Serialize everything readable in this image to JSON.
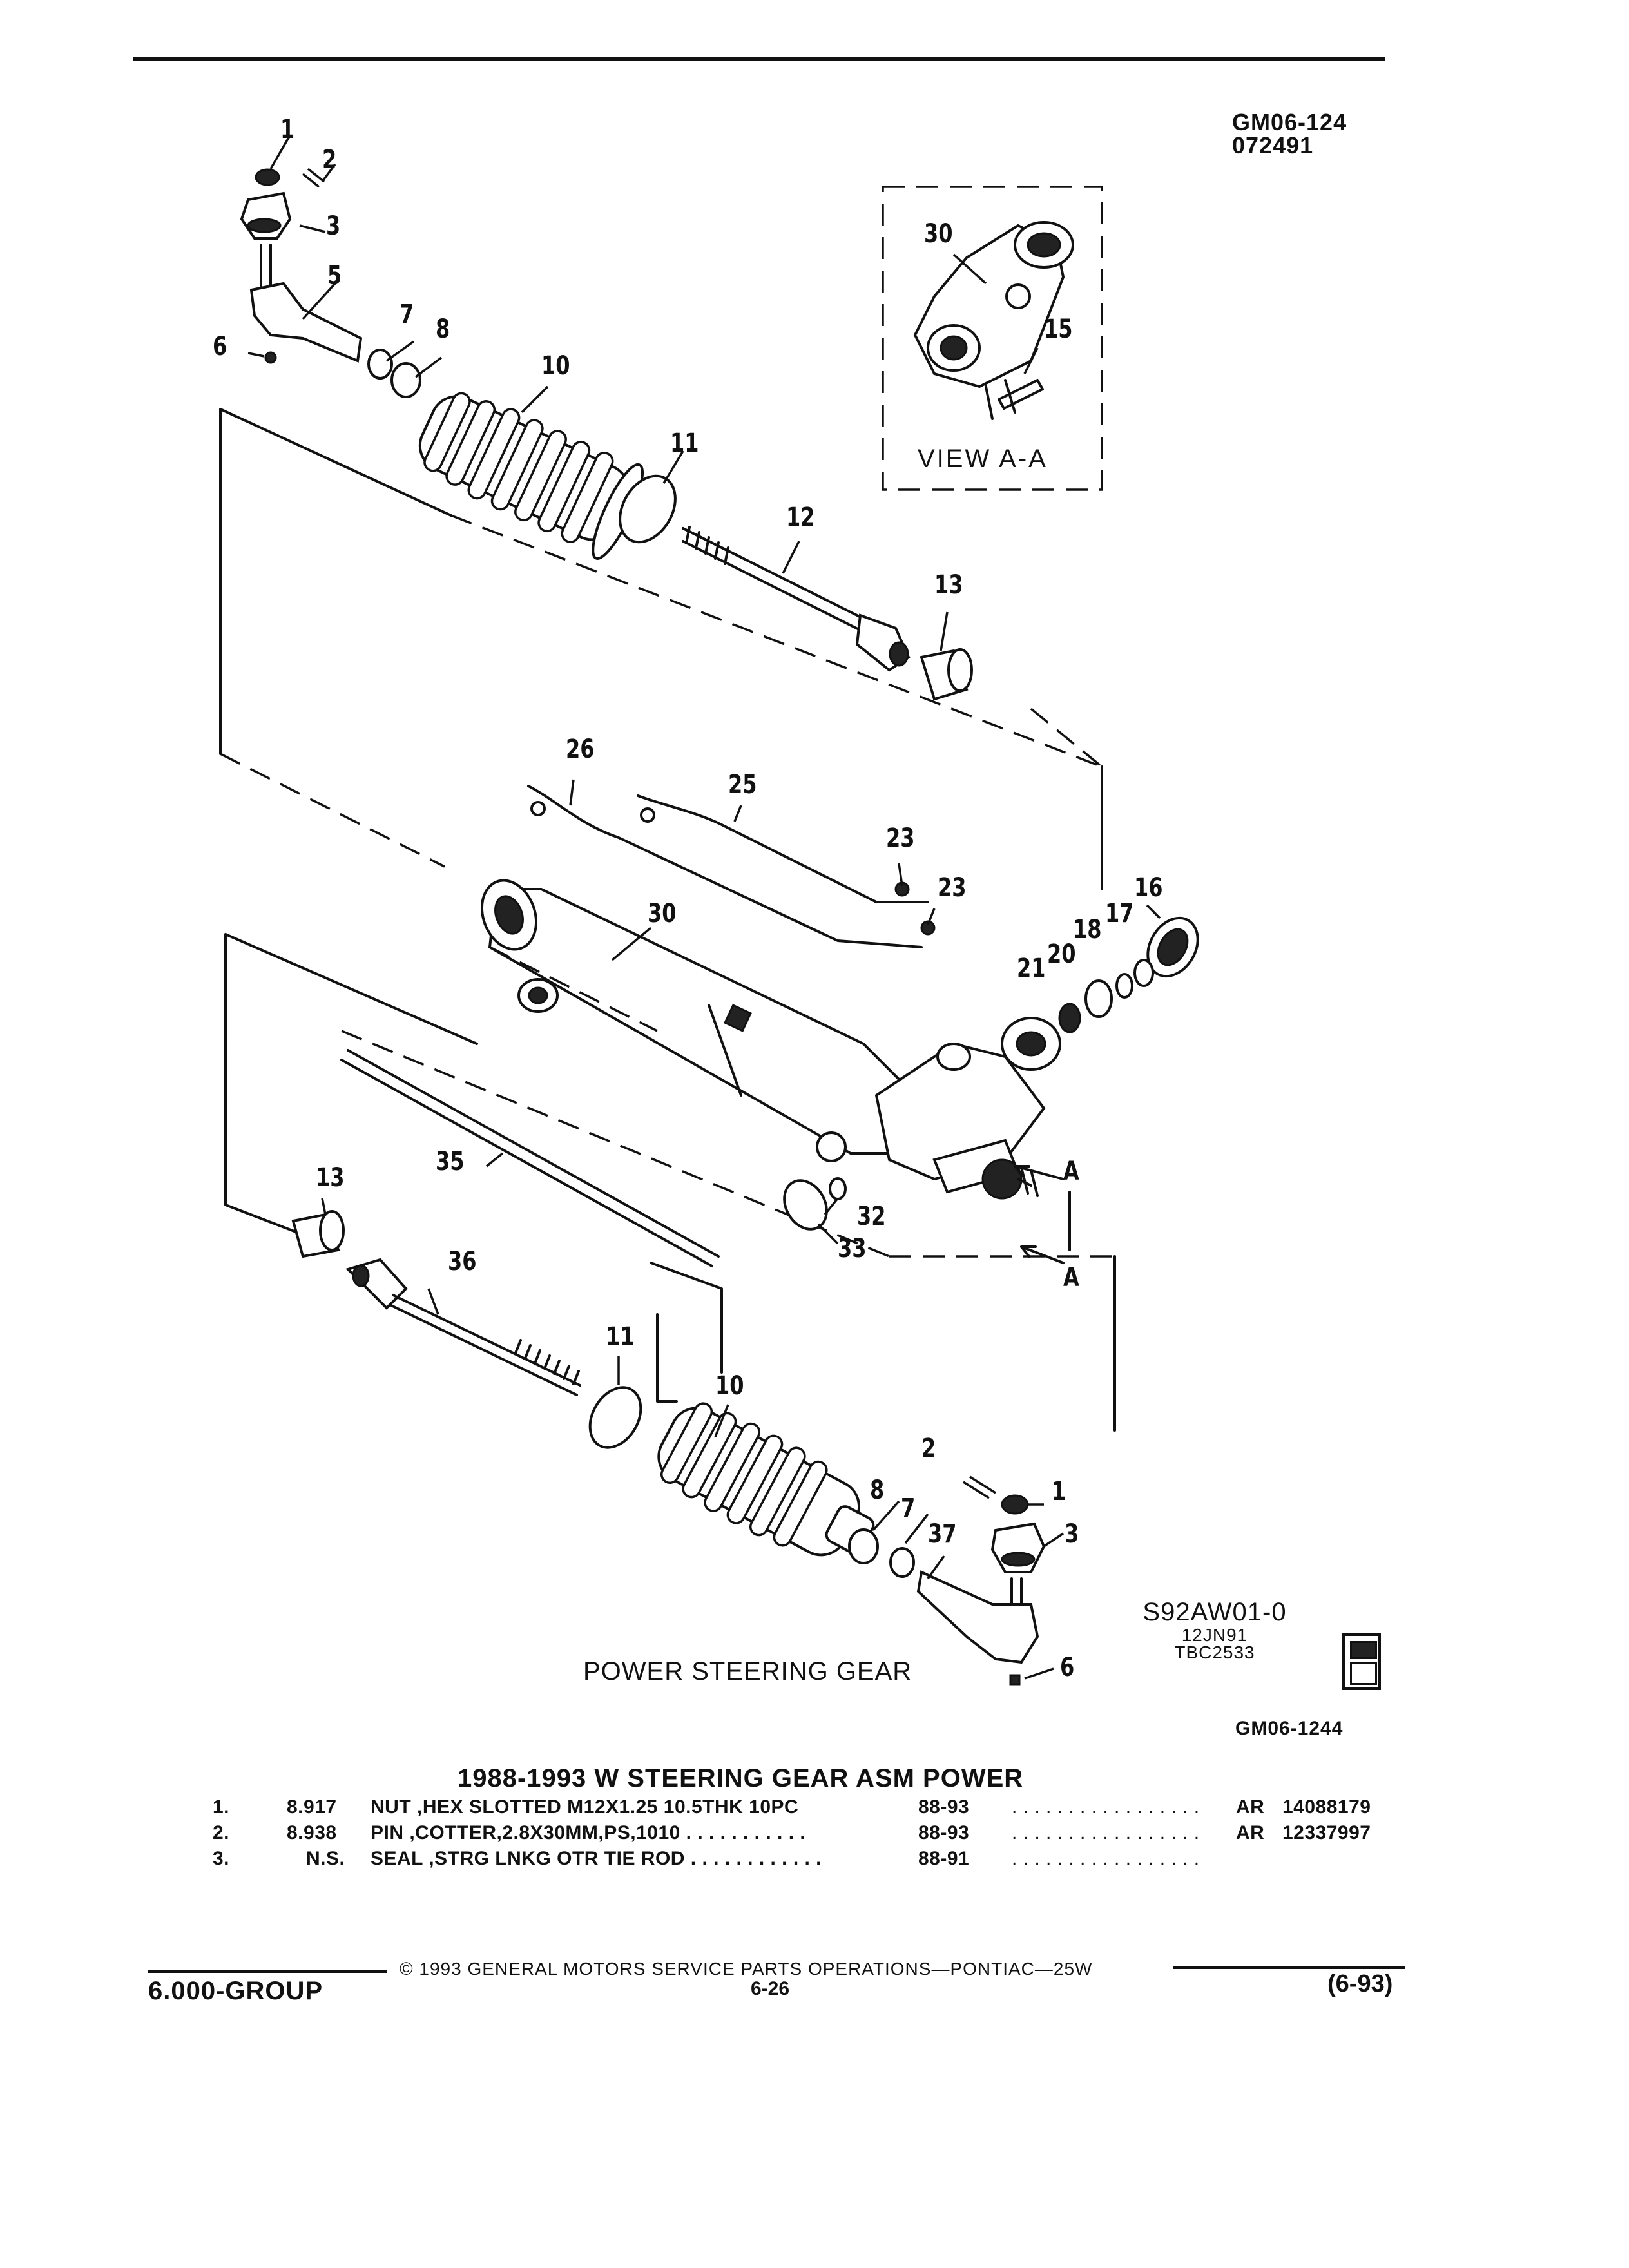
{
  "header": {
    "code_line1": "GM06-124",
    "code_line2": "072491"
  },
  "view_label": "VIEW A-A",
  "callouts": {
    "c1": "1",
    "c2": "2",
    "c3": "3",
    "c5": "5",
    "c6": "6",
    "c7": "7",
    "c8": "8",
    "c10": "10",
    "c11": "11",
    "c12": "12",
    "c13": "13",
    "c15": "15",
    "c16": "16",
    "c17": "17",
    "c18": "18",
    "c20": "20",
    "c21": "21",
    "c23": "23",
    "c25": "25",
    "c26": "26",
    "c30": "30",
    "c32": "32",
    "c33": "33",
    "c35": "35",
    "c36": "36",
    "c37": "37",
    "cA": "A"
  },
  "caption": "POWER STEERING GEAR",
  "figure_code": {
    "main": "S92AW01-0",
    "date": "12JN91",
    "tbc": "TBC2533",
    "bottom": "GM06-1244"
  },
  "parts_list": {
    "title": "1988-1993 W STEERING GEAR ASM POWER",
    "rows": [
      {
        "num": "1.",
        "code": "8.917",
        "desc": "NUT ,HEX SLOTTED M12X1.25 10.5THK 10PC",
        "years": "88-93",
        "dots": ". . . . . . . . . . . . . . . . .",
        "qty": "AR",
        "part": "14088179"
      },
      {
        "num": "2.",
        "code": "8.938",
        "desc": "PIN ,COTTER,2.8X30MM,PS,1010 . . . . . . . . . . .",
        "years": "88-93",
        "dots": ". . . . . . . . . . . . . . . . .",
        "qty": "AR",
        "part": "12337997"
      },
      {
        "num": "3.",
        "code": "N.S.",
        "desc": "SEAL ,STRG LNKG OTR TIE ROD . . . . . . . . . . . .",
        "years": "88-91",
        "dots": ". . . . . . . . . . . . . . . . .",
        "qty": "",
        "part": ""
      }
    ]
  },
  "footer": {
    "copyright": "© 1993 GENERAL MOTORS SERVICE PARTS OPERATIONS—PONTIAC—25W",
    "group": "6.000-GROUP",
    "page": "6-26",
    "date": "(6-93)"
  }
}
